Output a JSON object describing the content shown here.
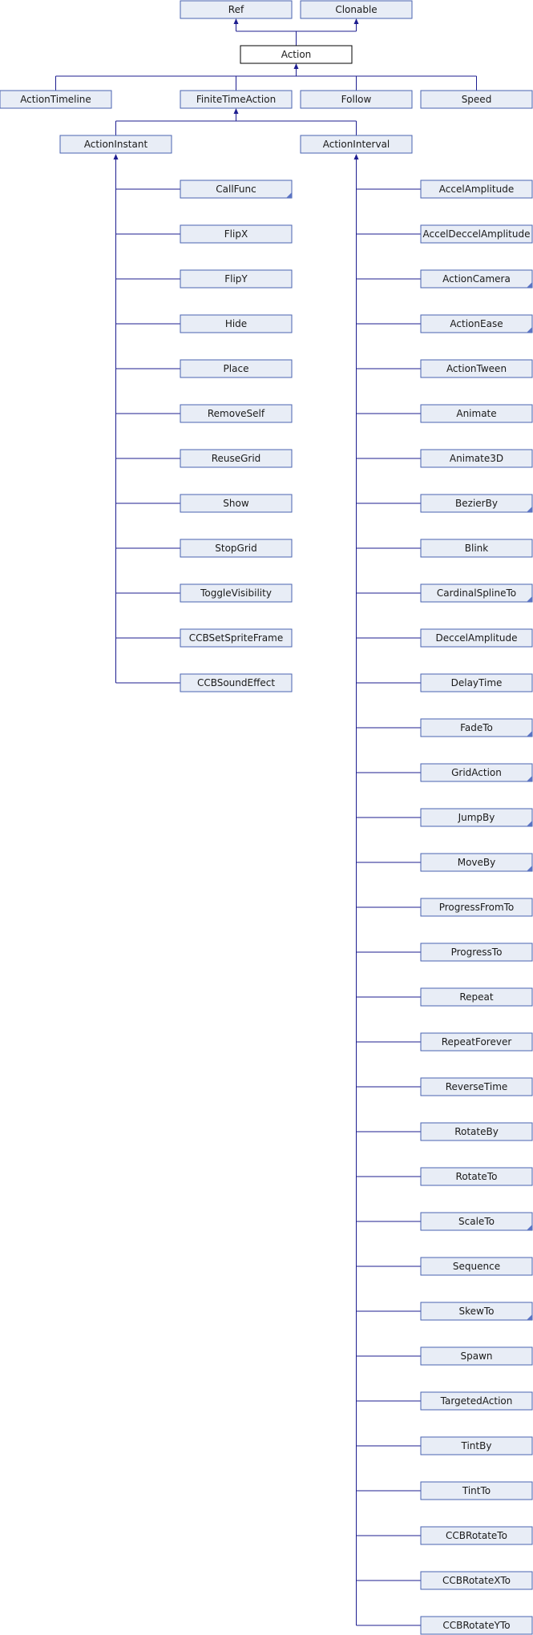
{
  "diagram": {
    "nodes": {
      "ref": "Ref",
      "clonable": "Clonable",
      "action": "Action",
      "action_timeline": "ActionTimeline",
      "finite_time_action": "FiniteTimeAction",
      "follow": "Follow",
      "speed": "Speed",
      "action_instant": "ActionInstant",
      "action_interval": "ActionInterval"
    },
    "instant_children": [
      {
        "label": "CallFunc",
        "expandable": true
      },
      {
        "label": "FlipX",
        "expandable": false
      },
      {
        "label": "FlipY",
        "expandable": false
      },
      {
        "label": "Hide",
        "expandable": false
      },
      {
        "label": "Place",
        "expandable": false
      },
      {
        "label": "RemoveSelf",
        "expandable": false
      },
      {
        "label": "ReuseGrid",
        "expandable": false
      },
      {
        "label": "Show",
        "expandable": false
      },
      {
        "label": "StopGrid",
        "expandable": false
      },
      {
        "label": "ToggleVisibility",
        "expandable": false
      },
      {
        "label": "CCBSetSpriteFrame",
        "expandable": false
      },
      {
        "label": "CCBSoundEffect",
        "expandable": false
      }
    ],
    "interval_children": [
      {
        "label": "AccelAmplitude",
        "expandable": false
      },
      {
        "label": "AccelDeccelAmplitude",
        "expandable": false
      },
      {
        "label": "ActionCamera",
        "expandable": true
      },
      {
        "label": "ActionEase",
        "expandable": true
      },
      {
        "label": "ActionTween",
        "expandable": false
      },
      {
        "label": "Animate",
        "expandable": false
      },
      {
        "label": "Animate3D",
        "expandable": false
      },
      {
        "label": "BezierBy",
        "expandable": true
      },
      {
        "label": "Blink",
        "expandable": false
      },
      {
        "label": "CardinalSplineTo",
        "expandable": true
      },
      {
        "label": "DeccelAmplitude",
        "expandable": false
      },
      {
        "label": "DelayTime",
        "expandable": false
      },
      {
        "label": "FadeTo",
        "expandable": true
      },
      {
        "label": "GridAction",
        "expandable": true
      },
      {
        "label": "JumpBy",
        "expandable": true
      },
      {
        "label": "MoveBy",
        "expandable": true
      },
      {
        "label": "ProgressFromTo",
        "expandable": false
      },
      {
        "label": "ProgressTo",
        "expandable": false
      },
      {
        "label": "Repeat",
        "expandable": false
      },
      {
        "label": "RepeatForever",
        "expandable": false
      },
      {
        "label": "ReverseTime",
        "expandable": false
      },
      {
        "label": "RotateBy",
        "expandable": false
      },
      {
        "label": "RotateTo",
        "expandable": false
      },
      {
        "label": "ScaleTo",
        "expandable": true
      },
      {
        "label": "Sequence",
        "expandable": false
      },
      {
        "label": "SkewTo",
        "expandable": true
      },
      {
        "label": "Spawn",
        "expandable": false
      },
      {
        "label": "TargetedAction",
        "expandable": false
      },
      {
        "label": "TintBy",
        "expandable": false
      },
      {
        "label": "TintTo",
        "expandable": false
      },
      {
        "label": "CCBRotateTo",
        "expandable": false
      },
      {
        "label": "CCBRotateXTo",
        "expandable": false
      },
      {
        "label": "CCBRotateYTo",
        "expandable": false
      }
    ]
  }
}
